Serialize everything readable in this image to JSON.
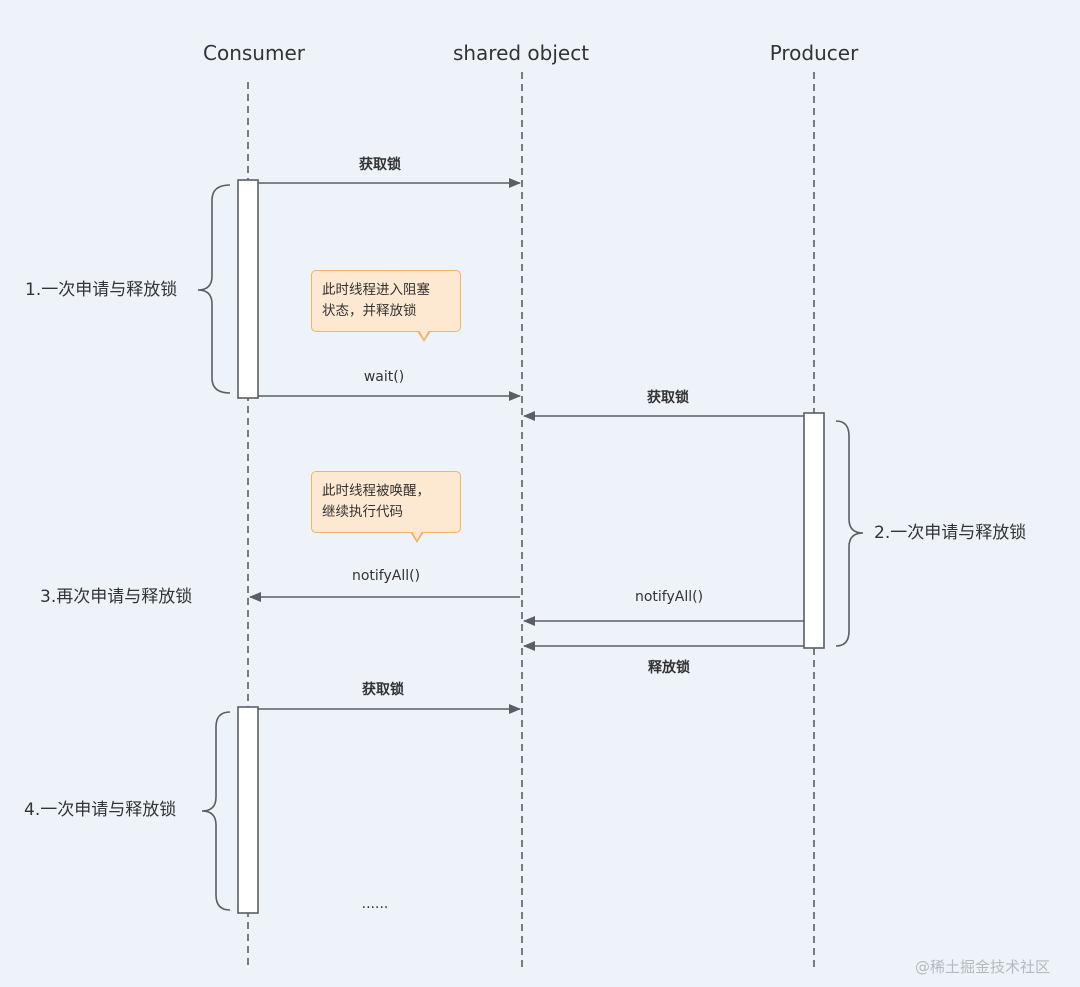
{
  "actors": {
    "consumer": "Consumer",
    "shared": "shared object",
    "producer": "Producer"
  },
  "messages": {
    "m1": "获取锁",
    "m2": "wait()",
    "m3": "获取锁",
    "m4": "notifyAll()",
    "m5": "notifyAll()",
    "m6": "释放锁",
    "m7": "获取锁",
    "ellipsis": "......"
  },
  "notes": {
    "n1": {
      "line1": "此时线程进入阻塞",
      "line2": "状态，并释放锁"
    },
    "n2": {
      "line1": "此时线程被唤醒，",
      "line2": "继续执行代码"
    }
  },
  "side_labels": {
    "s1": "1.一次申请与释放锁",
    "s2": "2.一次申请与释放锁",
    "s3": "3.再次申请与释放锁",
    "s4": "4.一次申请与释放锁"
  },
  "watermark": "@稀土掘金技术社区",
  "colors": {
    "background": "#eef3f9",
    "line": "#5b5e63",
    "note_fill": "#fde9d1",
    "note_border": "#f0b468"
  }
}
